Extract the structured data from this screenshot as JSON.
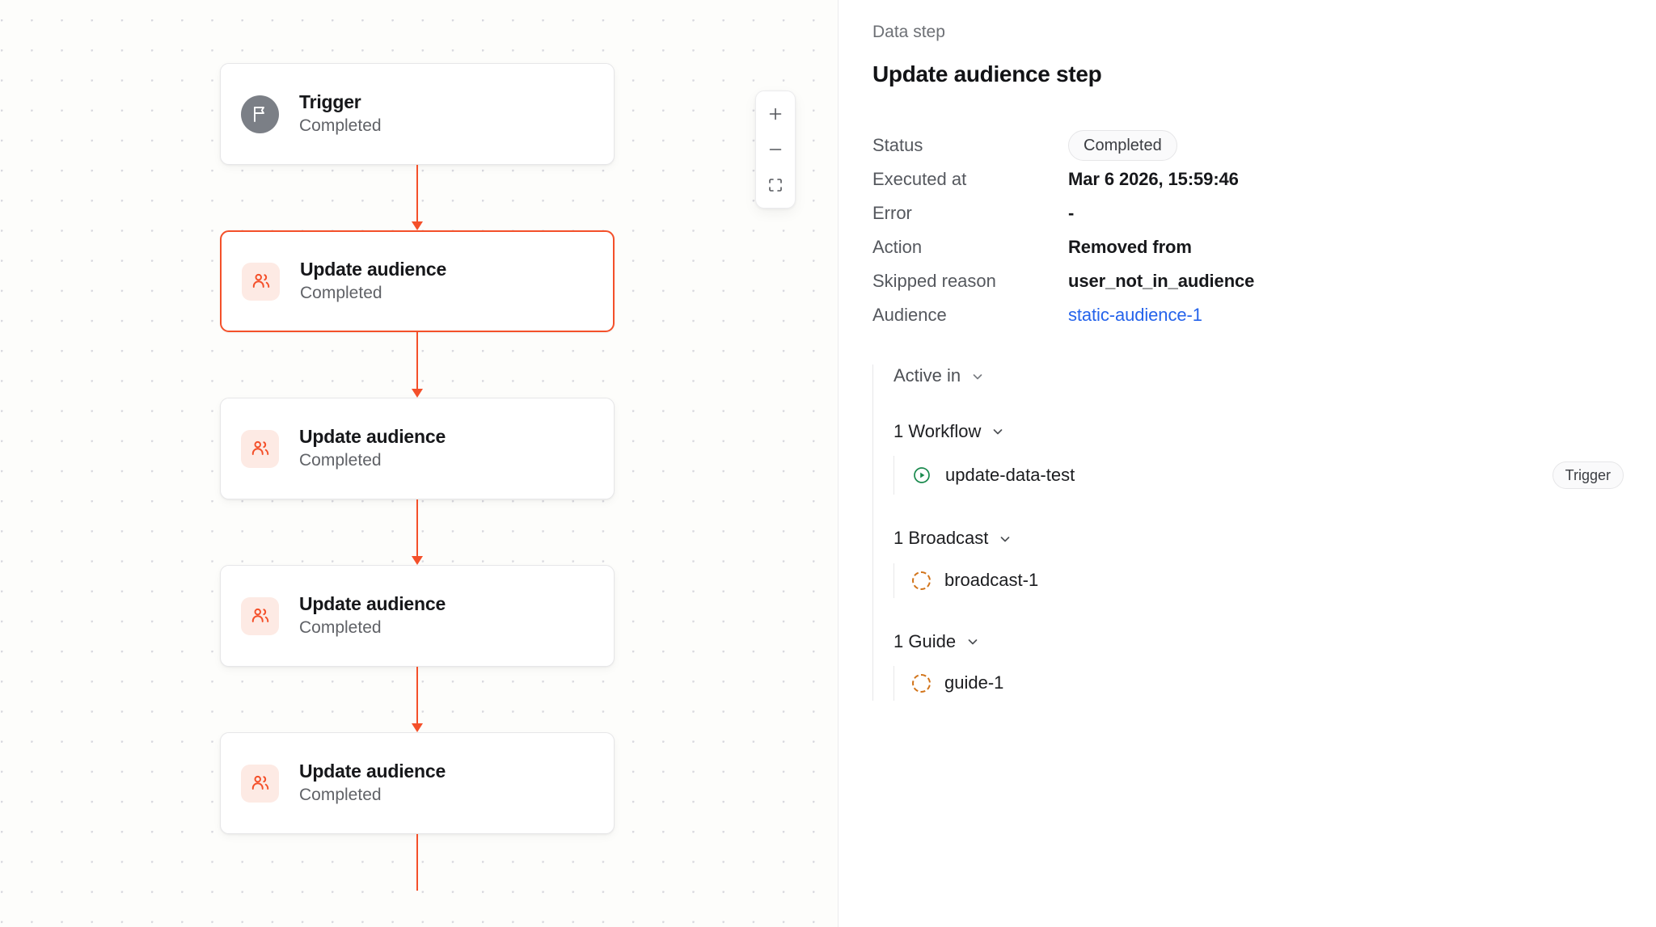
{
  "canvas": {
    "zoom_controls": {
      "zoom_in_label": "+",
      "zoom_out_label": "−",
      "fit_view_label": "Fit view"
    },
    "nodes": [
      {
        "title": "Trigger",
        "status": "Completed",
        "icon": "flag-icon",
        "kind": "trigger",
        "selected": false
      },
      {
        "title": "Update audience",
        "status": "Completed",
        "icon": "users-icon",
        "kind": "audience",
        "selected": true
      },
      {
        "title": "Update audience",
        "status": "Completed",
        "icon": "users-icon",
        "kind": "audience",
        "selected": false
      },
      {
        "title": "Update audience",
        "status": "Completed",
        "icon": "users-icon",
        "kind": "audience",
        "selected": false
      },
      {
        "title": "Update audience",
        "status": "Completed",
        "icon": "users-icon",
        "kind": "audience",
        "selected": false
      }
    ]
  },
  "panel": {
    "kicker": "Data step",
    "title": "Update audience step",
    "details": [
      {
        "label": "Status",
        "value": "Completed",
        "type": "pill"
      },
      {
        "label": "Executed at",
        "value": "Mar 6 2026, 15:59:46",
        "type": "text"
      },
      {
        "label": "Error",
        "value": "-",
        "type": "text"
      },
      {
        "label": "Action",
        "value": "Removed from",
        "type": "text"
      },
      {
        "label": "Skipped reason",
        "value": "user_not_in_audience",
        "type": "text"
      },
      {
        "label": "Audience",
        "value": "static-audience-1",
        "type": "link"
      }
    ],
    "active_in": {
      "label": "Active in",
      "groups": [
        {
          "label": "1 Workflow",
          "items": [
            {
              "name": "update-data-test",
              "icon": "play-circle-icon",
              "badge": "Trigger"
            }
          ]
        },
        {
          "label": "1 Broadcast",
          "items": [
            {
              "name": "broadcast-1",
              "icon": "dashed-circle-icon",
              "badge": ""
            }
          ]
        },
        {
          "label": "1 Guide",
          "items": [
            {
              "name": "guide-1",
              "icon": "dashed-circle-icon",
              "badge": ""
            }
          ]
        }
      ]
    }
  },
  "colors": {
    "accent_red": "#f4502a",
    "link_blue": "#2563eb",
    "icon_bg_peach": "#fdeae4",
    "trigger_gray": "#7b7f86",
    "play_green": "#1a8a4e",
    "dashed_orange": "#d2741a"
  }
}
